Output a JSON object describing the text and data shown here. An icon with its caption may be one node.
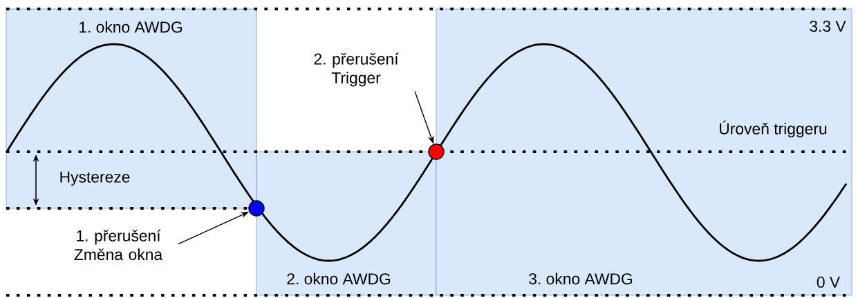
{
  "diagram": {
    "nodes": [
      {
        "text": [
          "1. okno AWDG"
        ]
      },
      {
        "text": [
          "2. okno AWDG"
        ]
      },
      {
        "text": [
          "3. okno AWDG"
        ]
      },
      {
        "text": [],
        "shape": "circle"
      },
      {
        "text": [],
        "shape": "circle"
      },
      {
        "text": [
          "1. přerušení Změna okna"
        ]
      },
      {
        "text": [
          "2. přerušení Trigger"
        ]
      }
    ],
    "edges": [
      {
        "from": 5,
        "to": 3,
        "arrow": "to"
      },
      {
        "from": 6,
        "to": 4,
        "arrow": "to"
      }
    ],
    "labels": [
      "3.3 V",
      "Úroveň triggeru",
      "Hystereze",
      "0 V"
    ]
  }
}
